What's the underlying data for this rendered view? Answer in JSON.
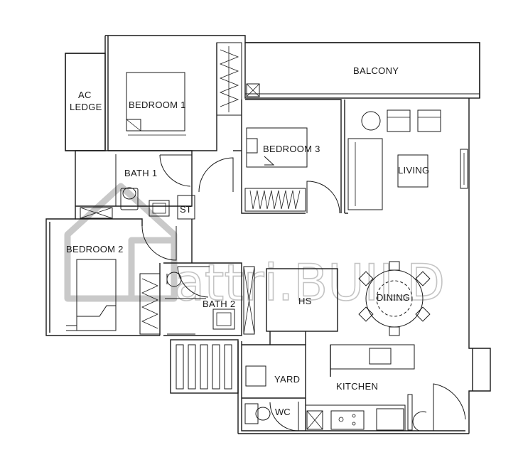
{
  "rooms": {
    "balcony": "BALCONY",
    "ac_ledge_line1": "AC",
    "ac_ledge_line2": "LEDGE",
    "bedroom1": "BEDROOM 1",
    "bedroom2": "BEDROOM 2",
    "bedroom3": "BEDROOM 3",
    "bath1": "BATH 1",
    "bath2": "BATH 2",
    "store": "ST",
    "living": "LIVING",
    "dining": "DINING",
    "household_shelter": "HS",
    "yard": "YARD",
    "kitchen": "KITCHEN",
    "wc": "WC"
  },
  "watermark": {
    "text": "attri.BUILD",
    "icon": "house-outline-icon"
  },
  "colors": {
    "line": "#1a1a1a",
    "watermark": "#c4c4c4",
    "background": "#ffffff"
  }
}
